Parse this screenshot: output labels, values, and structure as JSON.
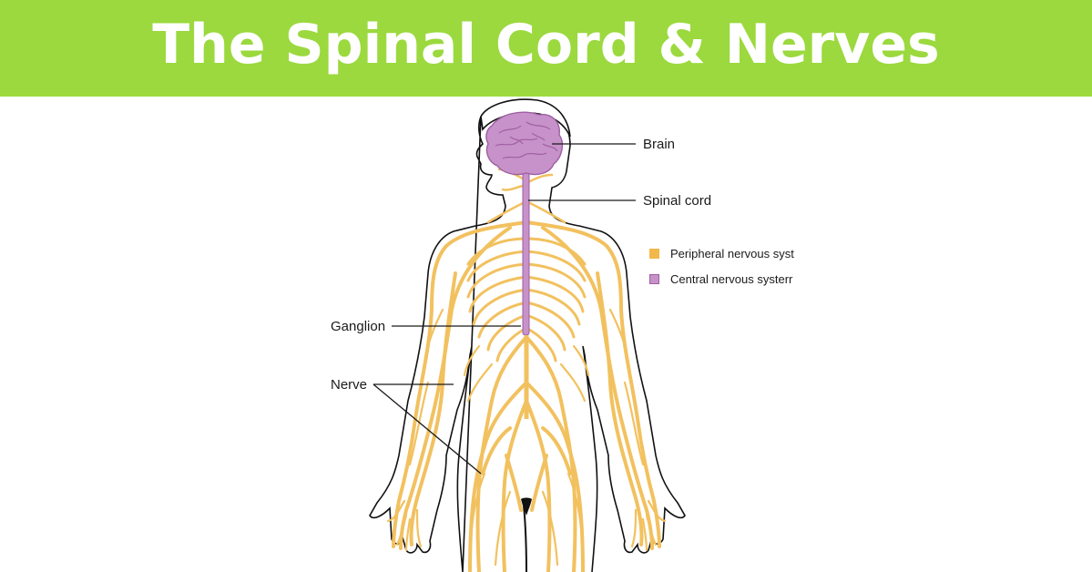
{
  "header": {
    "title": "The Spinal Cord & Nerves",
    "background_color": "#9bd93e",
    "text_color": "#ffffff"
  },
  "diagram": {
    "labels": {
      "brain": "Brain",
      "spinal_cord": "Spinal cord",
      "ganglion": "Ganglion",
      "nerve": "Nerve"
    },
    "legend": [
      {
        "label": "Peripheral nervous syst",
        "color": "#f2b84b"
      },
      {
        "label": "Central nervous systerr",
        "color": "#c792c9"
      }
    ],
    "colors": {
      "nerve": "#f2c15f",
      "nerve_dark": "#e9a93a",
      "brain": "#c792c9",
      "brain_outline": "#9e5ea3",
      "body_outline": "#111111"
    }
  }
}
